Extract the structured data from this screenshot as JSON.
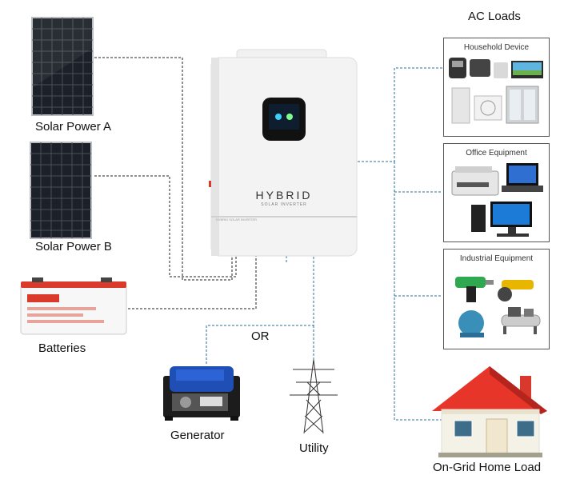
{
  "title": "AC Loads",
  "sources": {
    "solar_a": "Solar Power A",
    "solar_b": "Solar Power B",
    "batteries": "Batteries",
    "generator": "Generator",
    "utility": "Utility",
    "or_label": "OR"
  },
  "inverter": {
    "brand": "HYBRID",
    "subtitle": "SOLAR INVERTER",
    "strip_text": "HYBRID SOLAR INVERTER"
  },
  "loads": {
    "household": "Household Device",
    "office": "Office Equipment",
    "industrial": "Industrial Equipment",
    "home": "On-Grid Home Load"
  },
  "colors": {
    "solar_line": "#222222",
    "load_line": "#2a6f97",
    "house_roof": "#e8352a",
    "house_wall": "#f4f1e6"
  }
}
